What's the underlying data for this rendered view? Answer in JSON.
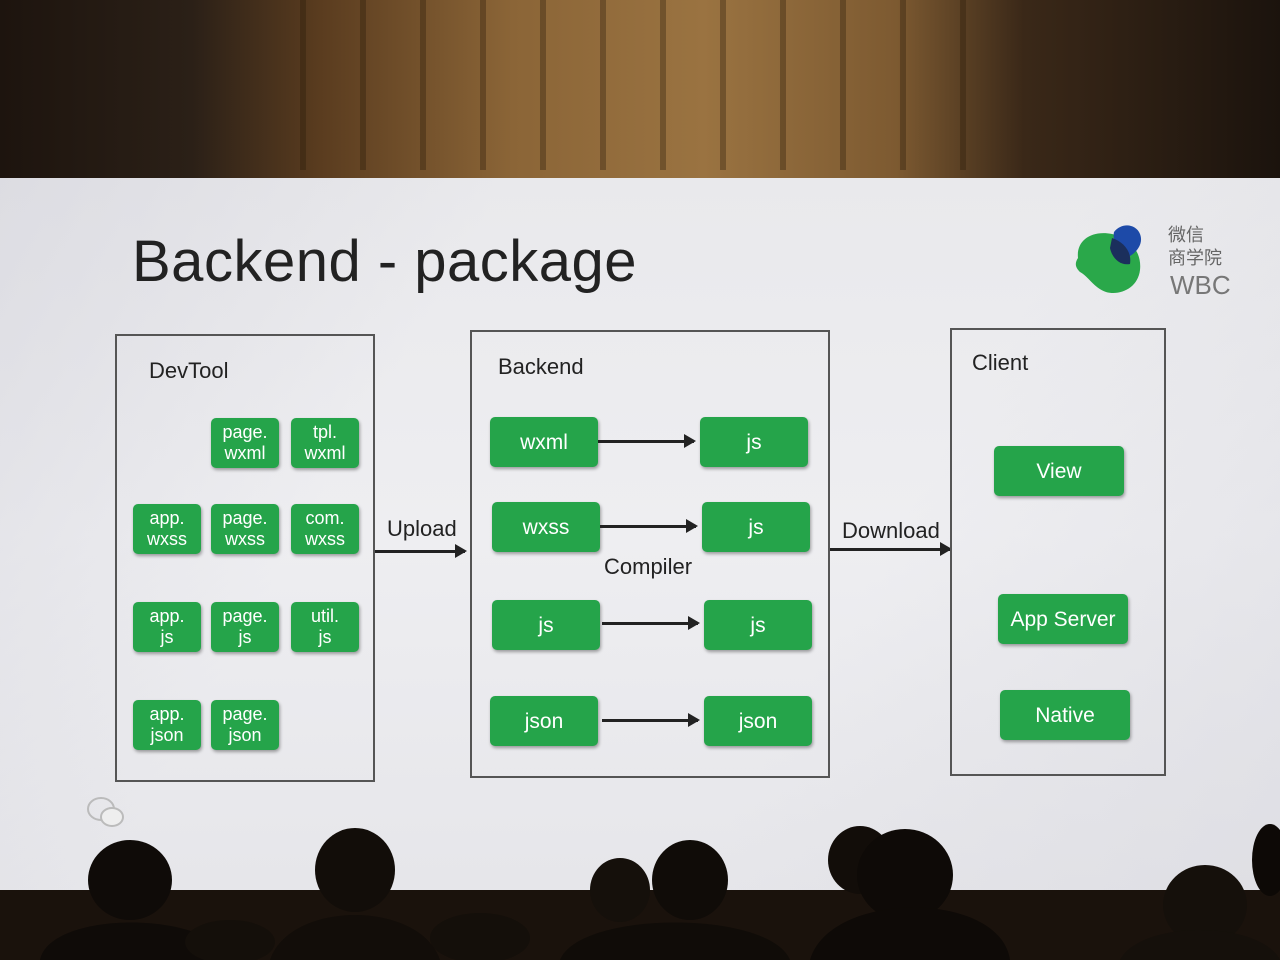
{
  "slide": {
    "title": "Backend - package",
    "logo": {
      "cn": "微信\n商学院",
      "en": "WBC"
    },
    "devtool": {
      "label": "DevTool",
      "files": [
        "page.\nwxml",
        "tpl.\nwxml",
        "app.\nwxss",
        "page.\nwxss",
        "com.\nwxss",
        "app.\njs",
        "page.\njs",
        "util.\njs",
        "app.\njson",
        "page.\njson"
      ]
    },
    "upload": "Upload",
    "backend": {
      "label": "Backend",
      "compiler": "Compiler",
      "rows": [
        {
          "from": "wxml",
          "to": "js"
        },
        {
          "from": "wxss",
          "to": "js"
        },
        {
          "from": "js",
          "to": "js"
        },
        {
          "from": "json",
          "to": "json"
        }
      ]
    },
    "download": "Download",
    "client": {
      "label": "Client",
      "items": [
        "View",
        "App Server",
        "Native"
      ]
    }
  },
  "colors": {
    "chip_green": "#25a44a",
    "slide_bg": "#eceef0",
    "logo_green": "#2aa84a",
    "logo_blue": "#1d4aa8"
  }
}
